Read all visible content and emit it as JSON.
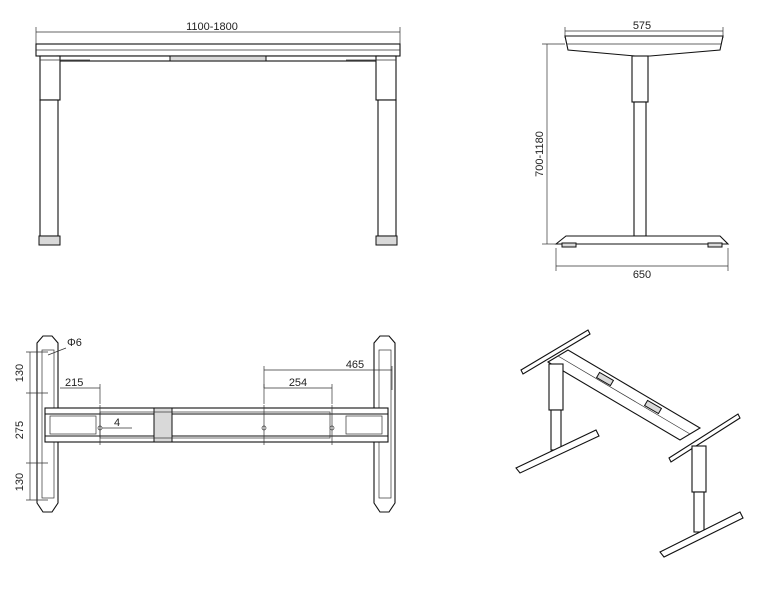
{
  "front_view": {
    "width_label": "1100-1800"
  },
  "side_view": {
    "top_width_label": "575",
    "height_label": "700-1180",
    "base_width_label": "650"
  },
  "top_view": {
    "diameter_label": "Φ6",
    "left_spacing": [
      "130",
      "275",
      "130"
    ],
    "dim_215": "215",
    "dim_4": "4",
    "dim_254": "254",
    "dim_465": "465"
  },
  "colors": {
    "line": "#111111",
    "background": "#ffffff"
  }
}
